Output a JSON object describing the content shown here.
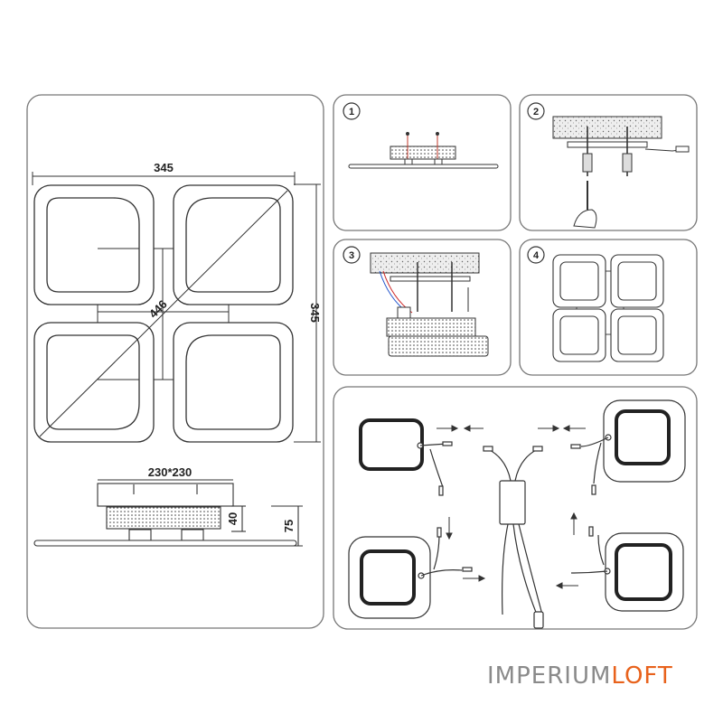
{
  "dimensions": {
    "width": "345",
    "height": "345",
    "diagonal": "446",
    "base": "230*230",
    "base_height": "40",
    "total_height": "75"
  },
  "steps": [
    "1",
    "2",
    "3",
    "4"
  ],
  "brand": {
    "part1": "IMPERIUM",
    "part2": "LOFT",
    "accent": "#e8621c",
    "gray": "#8a8a8a"
  }
}
